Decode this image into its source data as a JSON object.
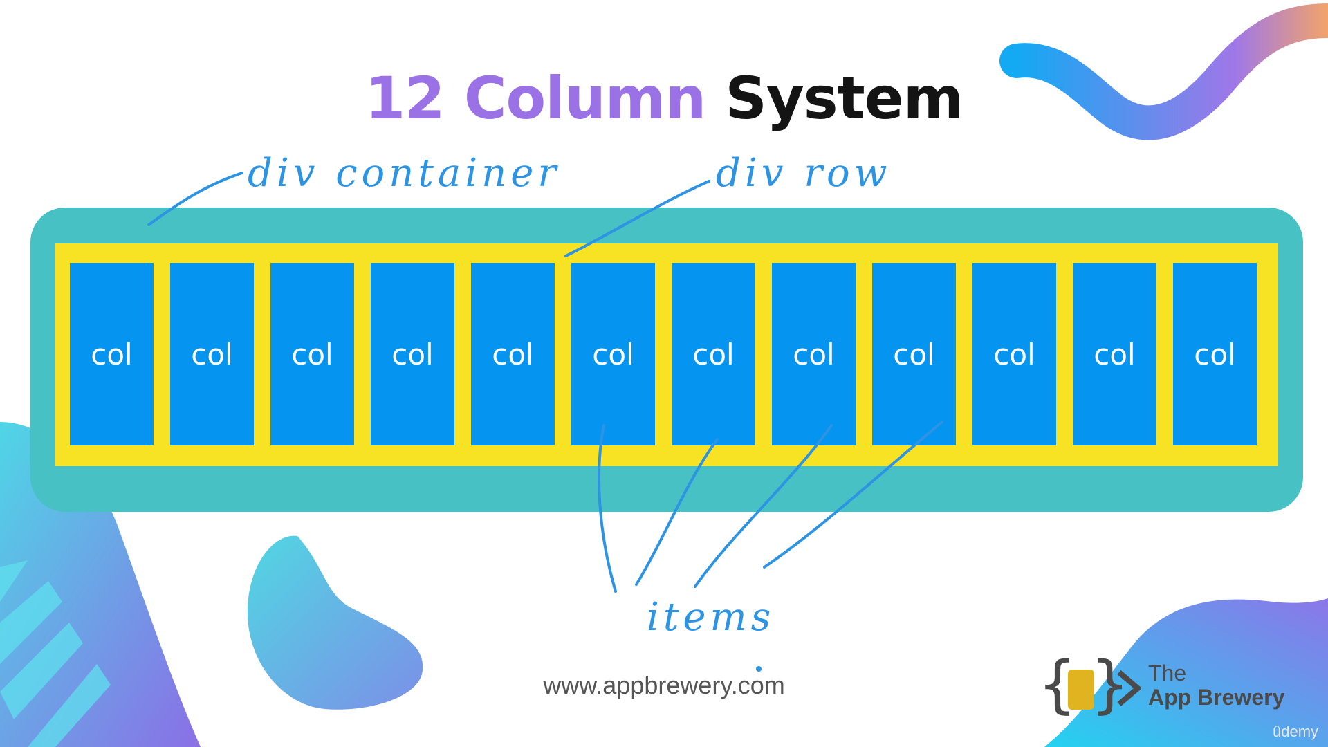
{
  "title": {
    "accent": "12 Column",
    "plain": "System"
  },
  "labels": {
    "container": "div container",
    "row": "div row",
    "items": "items"
  },
  "columns": [
    "col",
    "col",
    "col",
    "col",
    "col",
    "col",
    "col",
    "col",
    "col",
    "col",
    "col",
    "col"
  ],
  "footer": {
    "url": "www.appbrewery.com"
  },
  "brand": {
    "line1": "The",
    "line2": "App Brewery",
    "platform": "ûdemy"
  },
  "colors": {
    "container": "#48c1c5",
    "row": "#f8e224",
    "column": "#0594f0",
    "accent": "#9b71e6",
    "annotation": "#2d93e3"
  }
}
